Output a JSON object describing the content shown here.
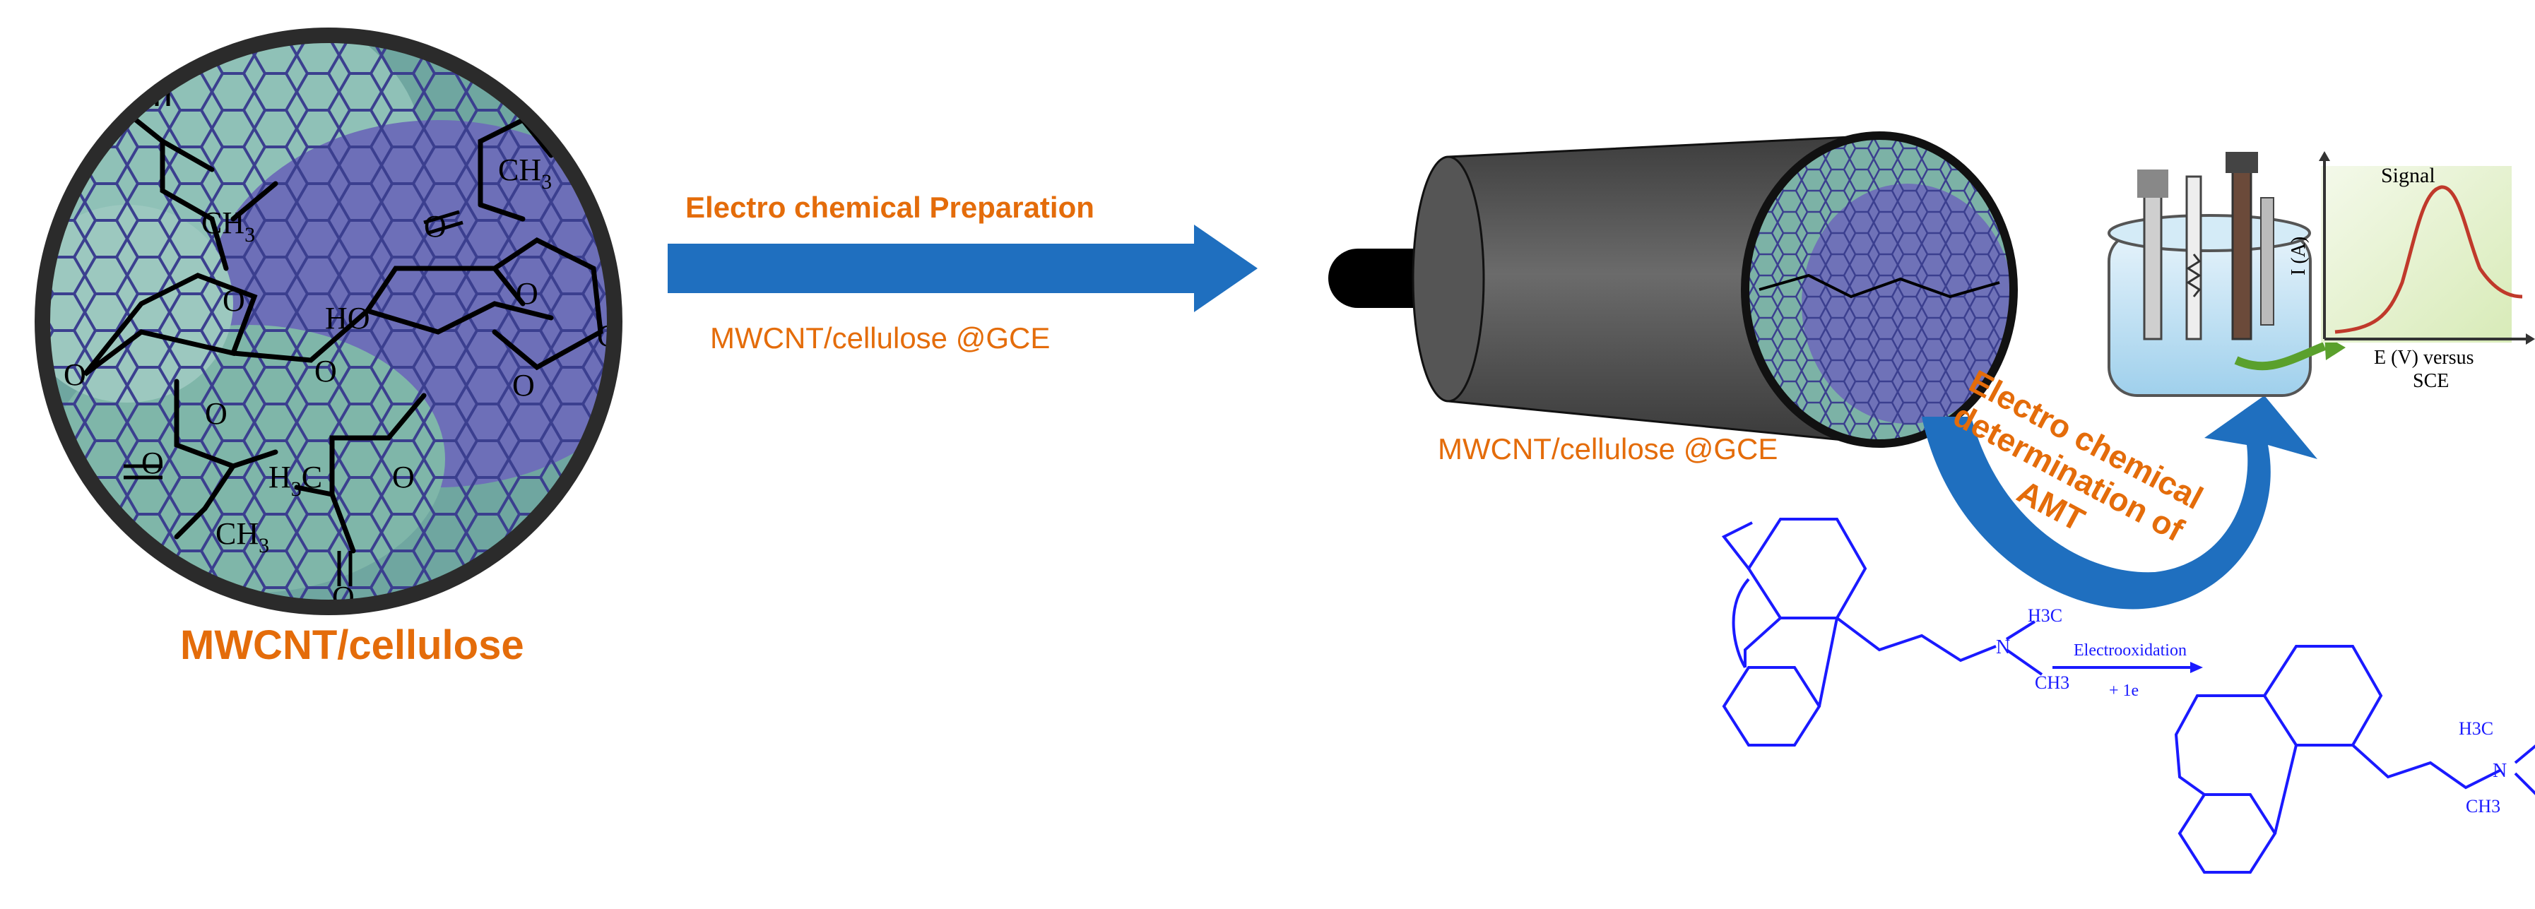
{
  "labels": {
    "composite": "MWCNT/cellulose",
    "arrow_top": "Electro chemical  Preparation",
    "arrow_bottom": "MWCNT/cellulose  @GCE",
    "electrode": "MWCNT/cellulose  @GCE",
    "determination_line1": "Electro chemical",
    "determination_line2": "determination of",
    "determination_line3": "AMT"
  },
  "molecule_labels": {
    "ch3": "CH",
    "ch3_sub": "3",
    "h3c": "H",
    "h3c_sub": "3",
    "h3c_c": "C",
    "o": "O",
    "ho": "HO",
    "o_minus": "O",
    "c": "C"
  },
  "reaction": {
    "arrow_top": "Electrooxidation",
    "arrow_bottom": "+ 1e",
    "h3c_left": "H3C",
    "n_left": "N",
    "ch3_left": "CH3",
    "h3c_right": "H3C",
    "n_right": "N",
    "ch3_right": "CH3"
  },
  "plot": {
    "title": "Signal",
    "ylabel": "I (A)",
    "xlabel": "E (V) versus",
    "xlabel2": "SCE"
  },
  "colors": {
    "label_orange": "#E46C0A",
    "arrow_blue": "#1F6FBF",
    "molecule_blue": "#1a1aff",
    "electrode_gray": "#5a5a5a"
  }
}
